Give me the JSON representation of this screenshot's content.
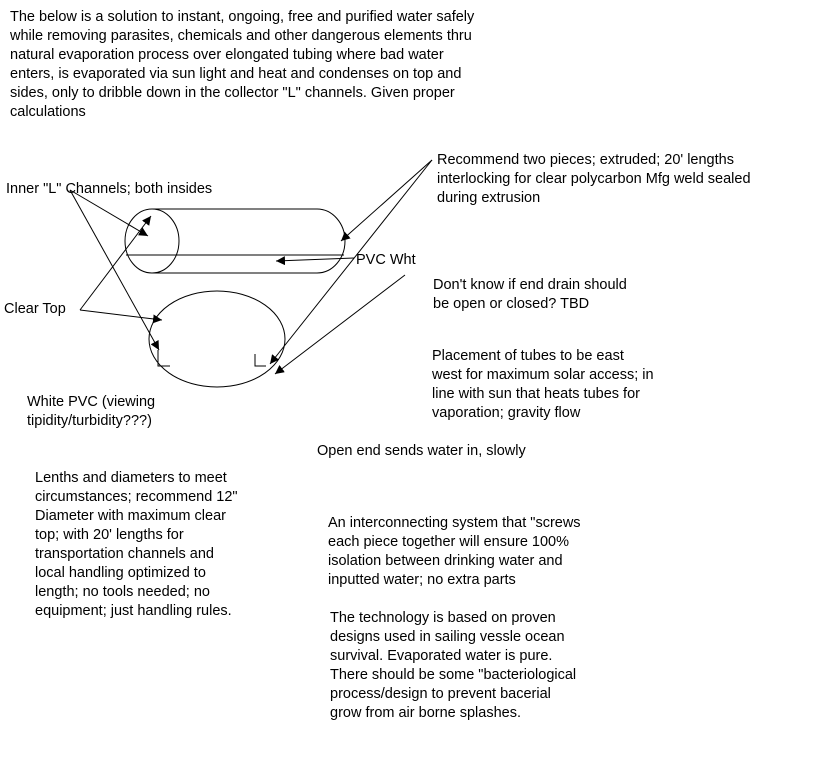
{
  "intro": "The below is a solution to instant, ongoing, free and purified water safely\nwhile removing parasites, chemicals and other dangerous elements thru\nnatural evaporation process over elongated tubing where bad water\nenters, is evaporated via sun light and heat and condenses on top and\nsides, only to dribble down in the collector \"L\" channels.  Given proper\ncalculations",
  "labels": {
    "recommend": "Recommend two pieces; extruded; 20' lengths\ninterlocking for clear polycarbon Mfg weld sealed\nduring extrusion",
    "inner_channels": "Inner \"L\" Channels; both insides",
    "pvc_wht": "PVC Wht",
    "end_drain": "Don't know if end drain should\nbe open or closed?  TBD",
    "clear_top": "Clear Top",
    "placement": "Placement of tubes to be east\nwest for maximum solar access; in\nline with sun that heats tubes for\nvaporation; gravity flow",
    "white_pvc": "White PVC (viewing\ntipidity/turbidity???)",
    "open_end": "Open end sends water in, slowly",
    "lengths": "Lenths and diameters to meet\ncircumstances; recommend 12\"\nDiameter with maximum clear\ntop; with 20' lengths for\ntransportation channels and\nlocal handling optimized to\nlength; no tools needed; no\nequipment; just handling rules.",
    "interconnect": "An interconnecting system that \"screws\neach piece together will ensure 100%\nisolation between drinking water and\ninputted water; no extra parts",
    "technology": "The technology is based on proven\ndesigns used in sailing vessle ocean\nsurvival.  Evaporated water is pure.\nThere should be some \"bacteriological\nprocess/design to prevent bacerial\ngrow from air borne splashes."
  }
}
